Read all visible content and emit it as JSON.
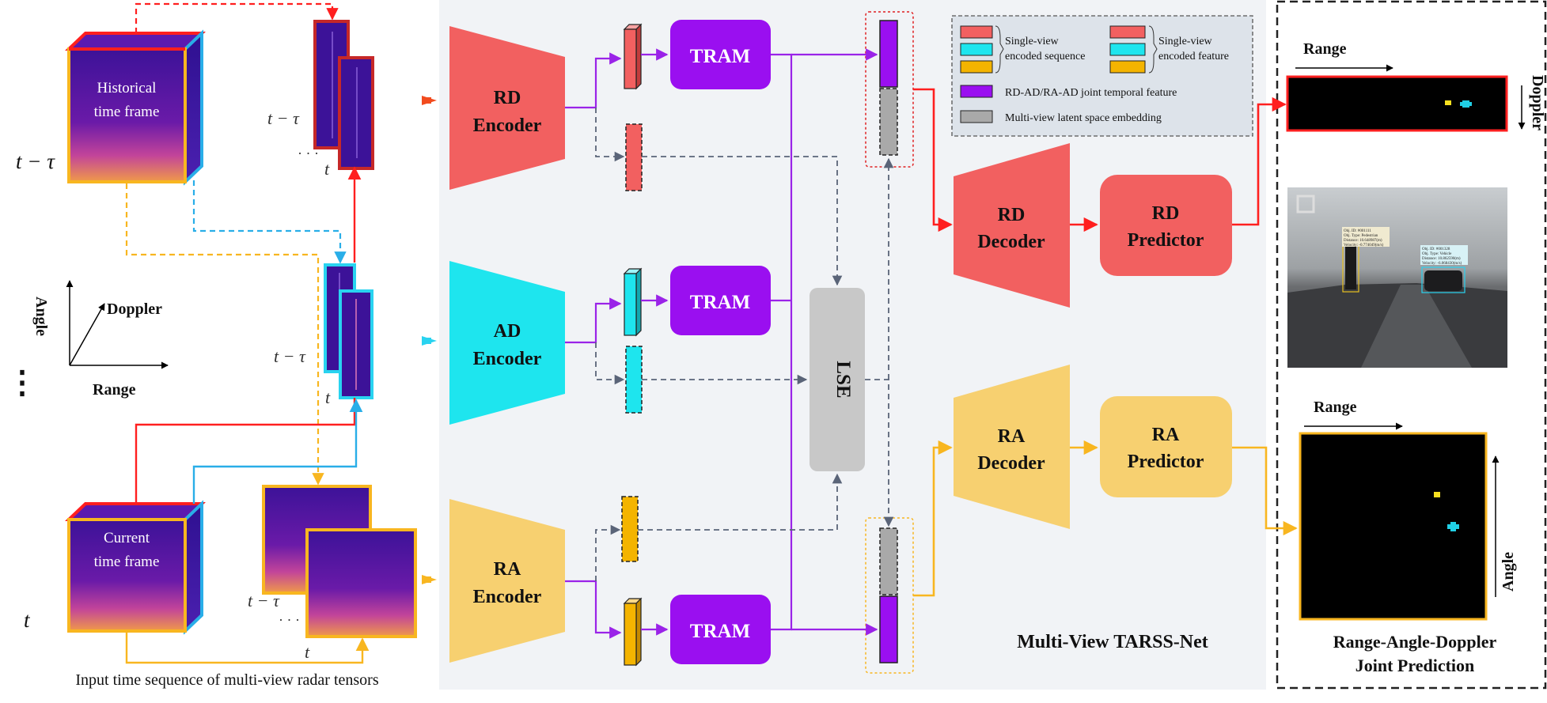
{
  "colors": {
    "rd": "#f26060",
    "ad": "#1ee5ee",
    "ra": "#f7d070",
    "tram": "#9a0ff0",
    "lse": "#c8c8c8",
    "latent": "#a9a9a9",
    "arrow_red": "#ff1f1f",
    "arrow_cyan": "#29aee8",
    "arrow_yellow": "#f8b620",
    "arrow_purple": "#9a23e8",
    "arrow_dark": "#5a6478",
    "panel_bg": "#f1f3f6",
    "legend_bg": "#dde3ea",
    "radar_bg": "#4a149a"
  },
  "input": {
    "historical_label": [
      "Historical",
      "time frame"
    ],
    "current_label": [
      "Current",
      "time frame"
    ],
    "t_minus_tau": "t − τ",
    "t": "t",
    "dots": "⋮",
    "axes": {
      "angle": "Angle",
      "doppler": "Doppler",
      "range": "Range"
    },
    "caption": "Input time sequence of multi-view radar tensors"
  },
  "encoders": {
    "rd": [
      "RD",
      "Encoder"
    ],
    "ad": [
      "AD",
      "Encoder"
    ],
    "ra": [
      "RA",
      "Encoder"
    ]
  },
  "tram_label": "TRAM",
  "lse_label": "LSE",
  "decoders": {
    "rd": [
      "RD",
      "Decoder"
    ],
    "ra": [
      "RA",
      "Decoder"
    ]
  },
  "predictors": {
    "rd": [
      "RD",
      "Predictor"
    ],
    "ra": [
      "RA",
      "Predictor"
    ]
  },
  "legend": {
    "seq": [
      "Single-view",
      "encoded sequence"
    ],
    "feat": [
      "Single-view",
      "encoded feature"
    ],
    "joint": "RD-AD/RA-AD joint temporal feature",
    "latent": "Multi-view latent space embedding"
  },
  "network_title": "Multi-View TARSS-Net",
  "output": {
    "range_top": "Range",
    "doppler": "Doppler",
    "range_bottom": "Range",
    "angle": "Angle",
    "title": [
      "Range-Angle-Doppler",
      "Joint Prediction"
    ],
    "camera_annotations": [
      [
        "Obj. ID: #001111",
        "Obj. Type: Pedestrian",
        "Distance: 10.648987(m)",
        "Velocity: -0.774049(m/s)"
      ],
      [
        "Obj. ID: #001328",
        "Obj. Type: Vehicle",
        "Distance: 10.862590(m)",
        "Velocity: -6.068430(m/s)"
      ]
    ]
  }
}
